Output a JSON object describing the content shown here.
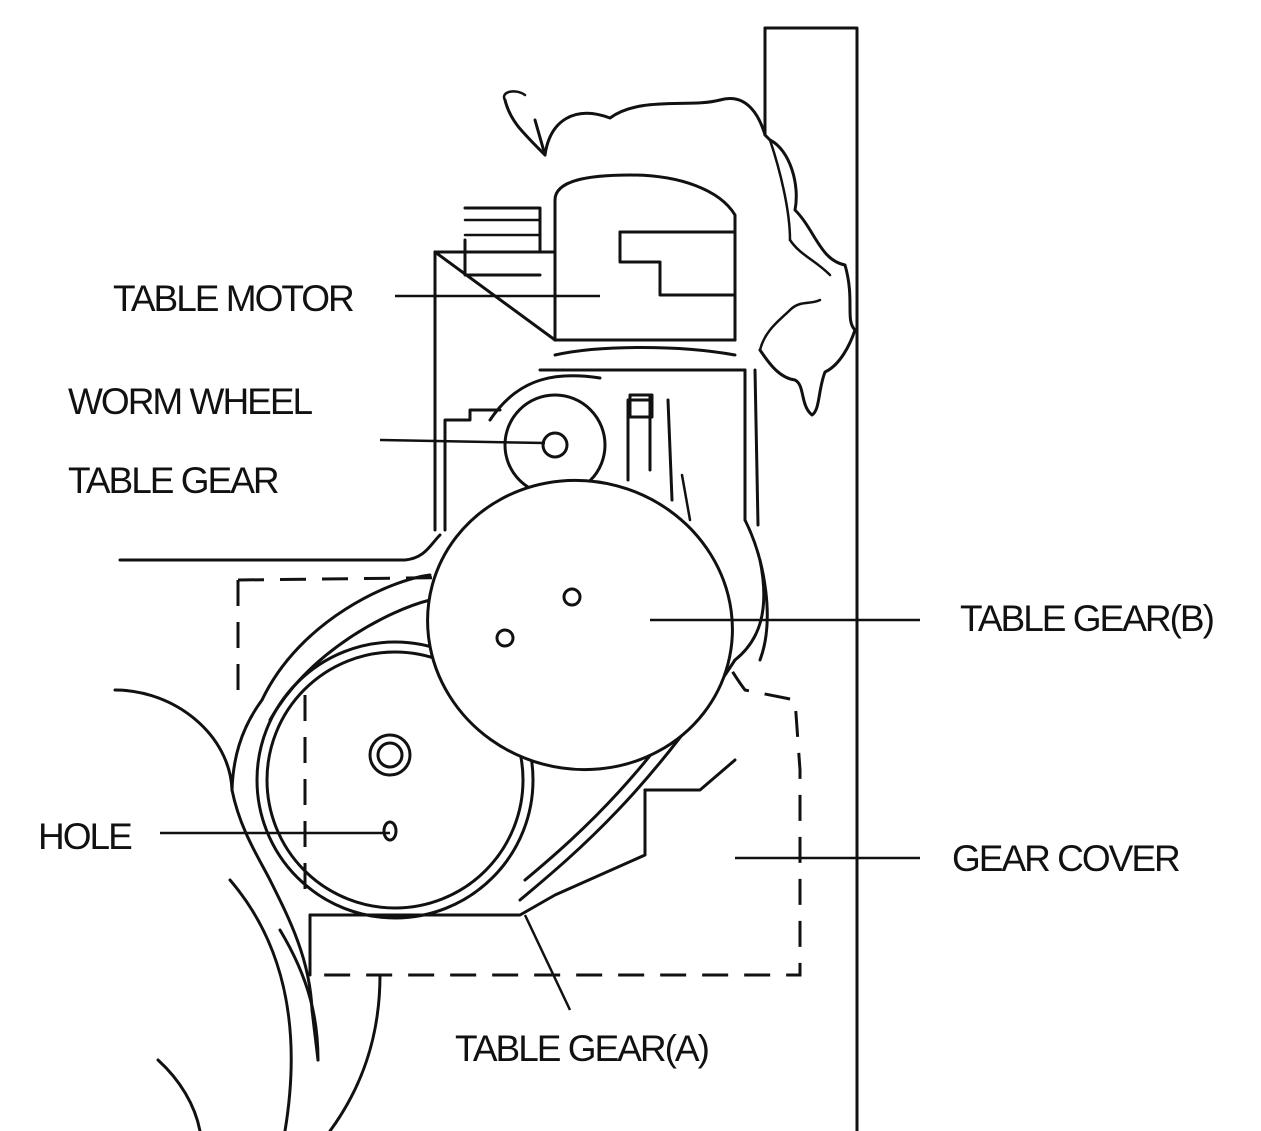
{
  "labels": {
    "table_motor": "TABLE MOTOR",
    "worm_wheel": "WORM WHEEL",
    "table_gear": "TABLE GEAR",
    "table_gear_b": "TABLE GEAR(B)",
    "hole": "HOLE",
    "gear_cover": "GEAR COVER",
    "table_gear_a": "TABLE GEAR(A)"
  },
  "colors": {
    "line": "#111111",
    "background": "#ffffff"
  }
}
